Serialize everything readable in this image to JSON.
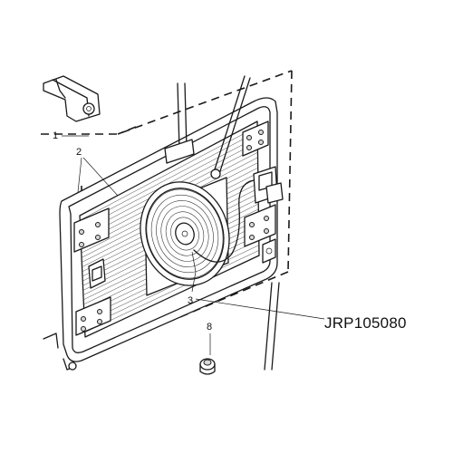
{
  "diagram": {
    "part_number": "JRP105080",
    "callouts": [
      {
        "id": "c1",
        "label": "1"
      },
      {
        "id": "c2",
        "label": "2"
      },
      {
        "id": "c3",
        "label": "3"
      },
      {
        "id": "c8",
        "label": "8"
      }
    ]
  }
}
